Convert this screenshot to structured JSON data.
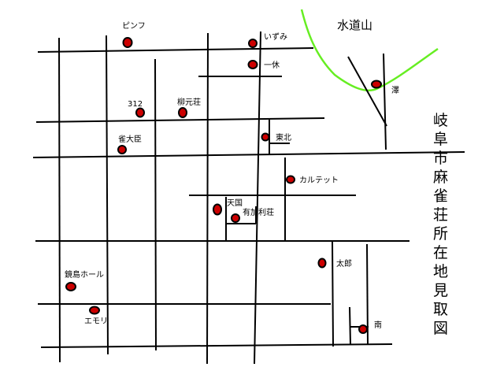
{
  "map": {
    "title_chars": [
      "岐",
      "阜",
      "市",
      "麻",
      "雀",
      "荘",
      "所",
      "在",
      "地",
      "見",
      "取",
      "図"
    ],
    "mountain_label": "水道山",
    "mountain_line_color": "#66ee22",
    "marker_color": "#cc0000",
    "places": [
      {
        "id": "pinfu",
        "label": "ピンフ"
      },
      {
        "id": "izumi",
        "label": "いずみ"
      },
      {
        "id": "ikkyu",
        "label": "一休"
      },
      {
        "id": "sawa",
        "label": "澤"
      },
      {
        "id": "312",
        "label": "312"
      },
      {
        "id": "ryugenso",
        "label": "柳元荘"
      },
      {
        "id": "jakudaijin",
        "label": "雀大臣"
      },
      {
        "id": "tohoku",
        "label": "東北"
      },
      {
        "id": "karutetto",
        "label": "カルテット"
      },
      {
        "id": "tengoku",
        "label": "天国"
      },
      {
        "id": "yukarinso",
        "label": "有加利荘"
      },
      {
        "id": "tarou",
        "label": "太郎"
      },
      {
        "id": "kyojima",
        "label": "鏡島ホール"
      },
      {
        "id": "emori",
        "label": "エモリ"
      },
      {
        "id": "minami",
        "label": "南"
      }
    ]
  }
}
